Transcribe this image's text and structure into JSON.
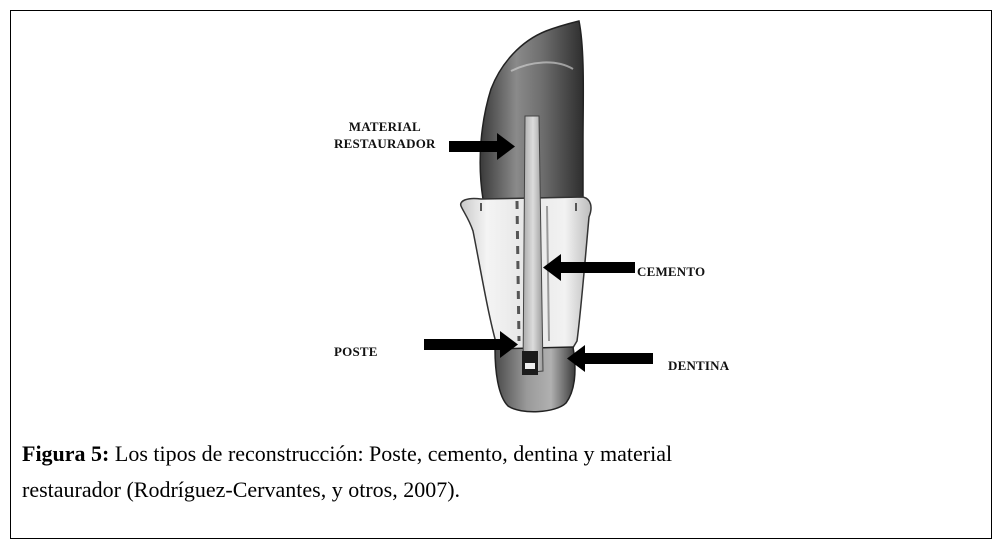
{
  "figure": {
    "labels": {
      "material_line1": "MATERIAL",
      "material_line2": "RESTAURADOR",
      "cemento": "CEMENTO",
      "poste": "POSTE",
      "dentina": "DENTINA"
    }
  },
  "caption": {
    "label": "Figura 5:",
    "text_line1": " Los tipos de reconstrucción: Poste, cemento, dentina y material",
    "text_line2": "restaurador (Rodríguez-Cervantes, y otros, 2007)."
  }
}
